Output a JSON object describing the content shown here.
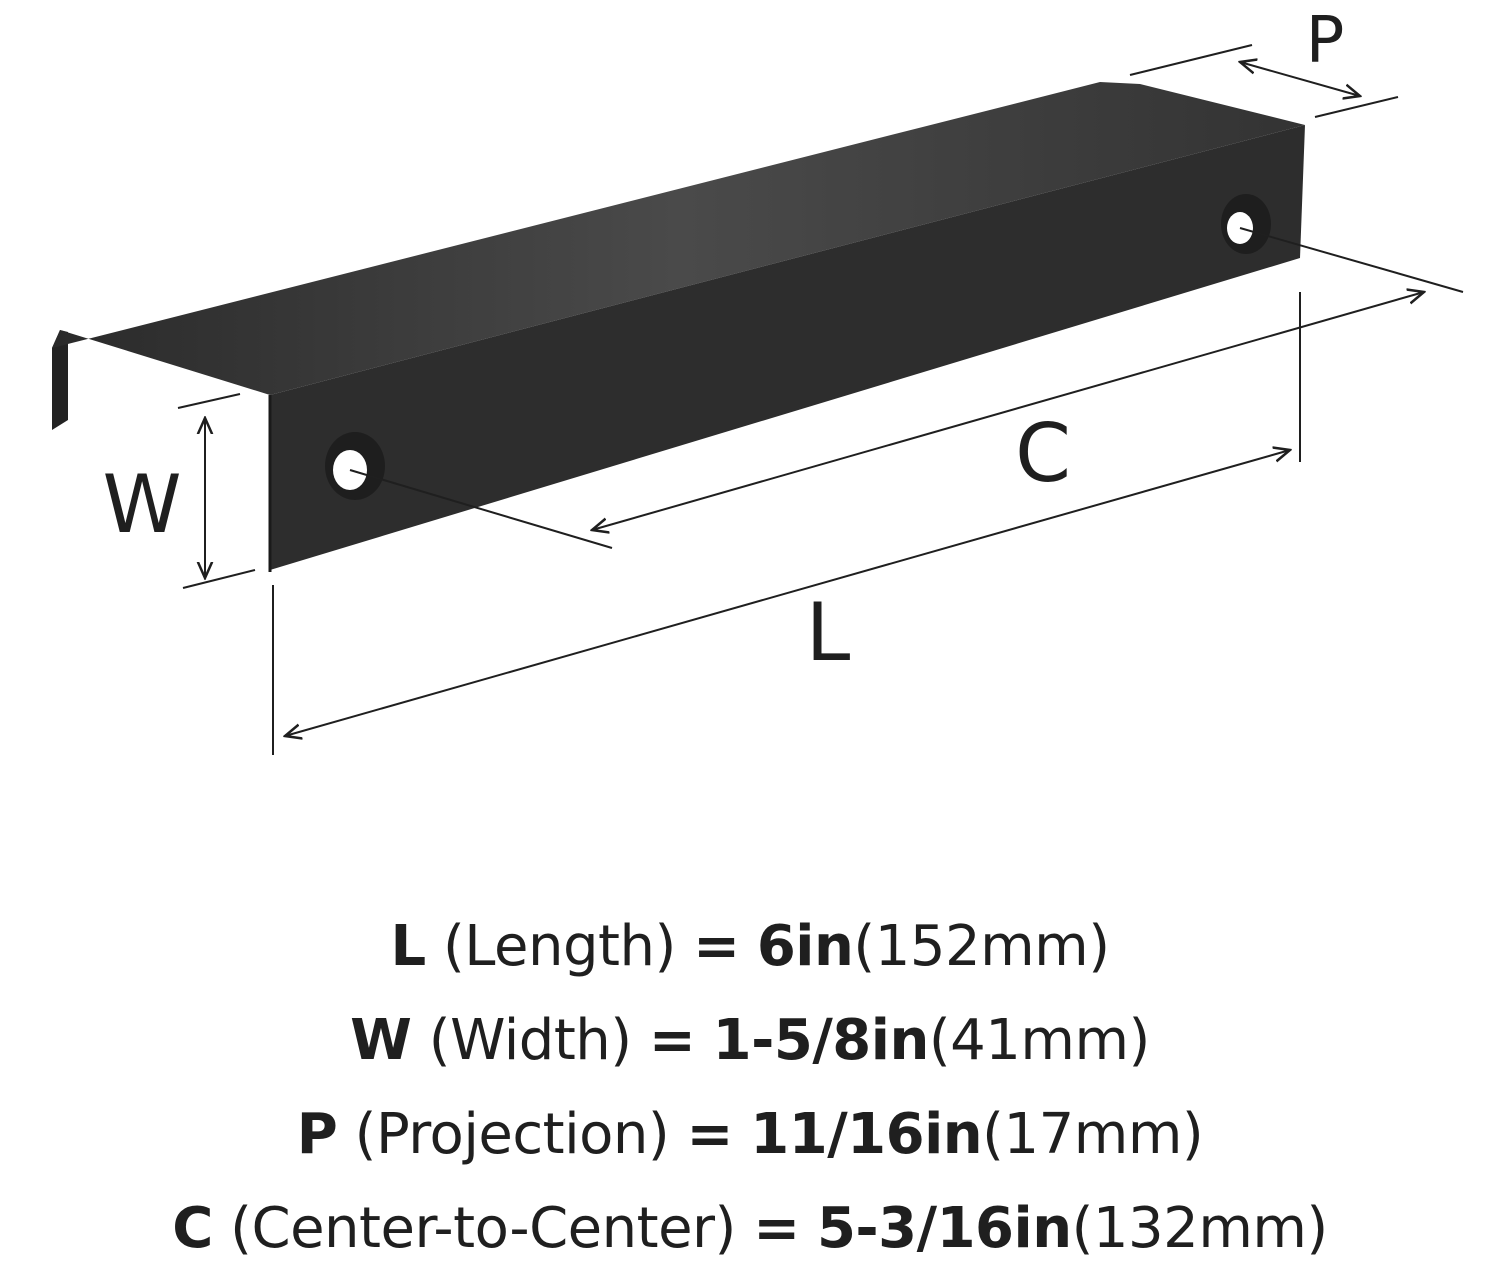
{
  "diagram": {
    "labels": {
      "P": "P",
      "W": "W",
      "C": "C",
      "L": "L"
    },
    "colors": {
      "pull": "#2b2b2b",
      "pull_top": "#3a3a3a",
      "pull_face": "#2e2e2e",
      "lines": "#1f1f1f"
    }
  },
  "specs": [
    {
      "letter": "L",
      "name": "(Length)",
      "eq": "=",
      "value": "6in",
      "metric": "(152mm)"
    },
    {
      "letter": "W",
      "name": "(Width)",
      "eq": "=",
      "value": "1-5/8in",
      "metric": "(41mm)"
    },
    {
      "letter": "P",
      "name": "(Projection)",
      "eq": "=",
      "value": "11/16in",
      "metric": "(17mm)"
    },
    {
      "letter": "C",
      "name": "(Center-to-Center)",
      "eq": "=",
      "value": "5-3/16in",
      "metric": "(132mm)"
    }
  ]
}
